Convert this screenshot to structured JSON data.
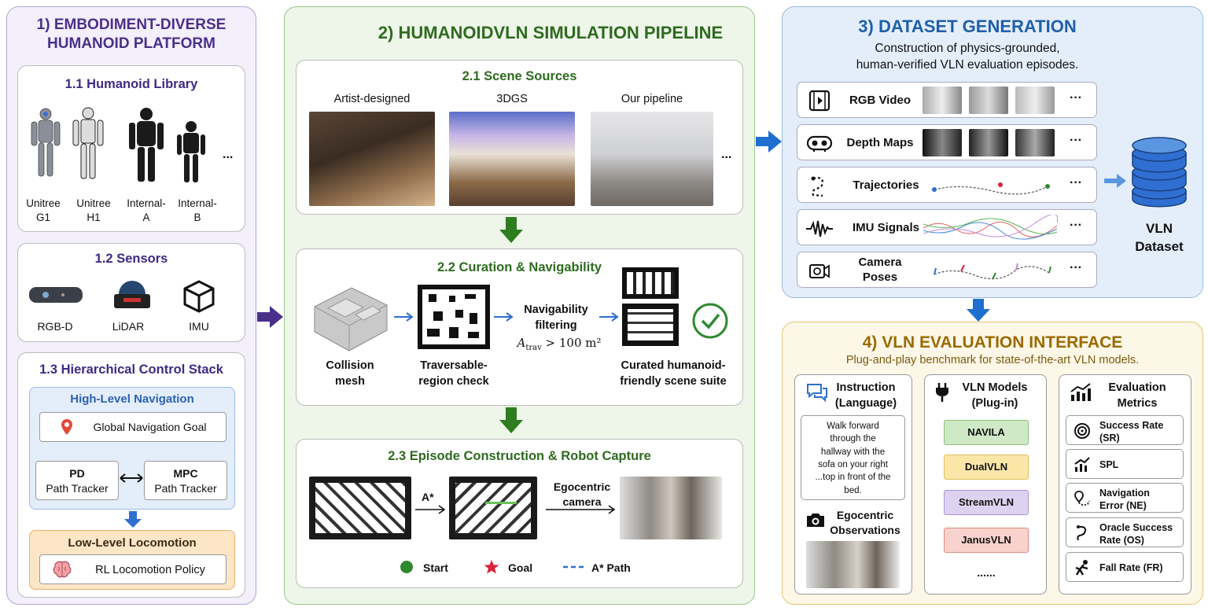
{
  "panel1": {
    "title_line1": "1) EMBODIMENT-DIVERSE",
    "title_line2": "HUMANOID PLATFORM",
    "library": {
      "title": "1.1 Humanoid Library",
      "robots": [
        {
          "line1": "Unitree",
          "line2": "G1"
        },
        {
          "line1": "Unitree",
          "line2": "H1"
        },
        {
          "line1": "Internal-",
          "line2": "A"
        },
        {
          "line1": "Internal-",
          "line2": "B"
        }
      ],
      "more": "..."
    },
    "sensors": {
      "title": "1.2 Sensors",
      "items": [
        "RGB-D",
        "LiDAR",
        "IMU"
      ]
    },
    "control": {
      "title": "1.3 Hierarchical Control Stack",
      "high_title": "High-Level Navigation",
      "goal": "Global Navigation Goal",
      "pd_line1": "PD",
      "pd_line2": "Path Tracker",
      "mpc_line1": "MPC",
      "mpc_line2": "Path Tracker",
      "low_title": "Low-Level Locomotion",
      "policy": "RL Locomotion Policy"
    }
  },
  "panel2": {
    "title": "2) HUMANOIDVLN SIMULATION PIPELINE",
    "scenes": {
      "title": "2.1 Scene Sources",
      "items": [
        "Artist-designed",
        "3DGS",
        "Our pipeline"
      ],
      "more": "..."
    },
    "curation": {
      "title": "2.2 Curation & Navigability",
      "mesh_line1": "Collision",
      "mesh_line2": "mesh",
      "trav_line1": "Traversable-",
      "trav_line2": "region check",
      "filter_line1": "Navigability",
      "filter_line2": "filtering",
      "formula": "A",
      "formula_sub": "trav",
      "formula_rest": " > 100 m²",
      "suite_line1": "Curated humanoid-",
      "suite_line2": "friendly scene suite"
    },
    "episode": {
      "title": "2.3 Episode Construction & Robot Capture",
      "astar": "A*",
      "ego_line1": "Egocentric",
      "ego_line2": "camera",
      "legend_start": "Start",
      "legend_goal": "Goal",
      "legend_path": "A* Path"
    }
  },
  "panel3": {
    "title": "3) DATASET GENERATION",
    "desc_line1": "Construction of physics-grounded,",
    "desc_line2": "human-verified VLN evaluation episodes.",
    "rows": [
      {
        "line1": "RGB Video",
        "line2": ""
      },
      {
        "line1": "Depth Maps",
        "line2": ""
      },
      {
        "line1": "Trajectories",
        "line2": ""
      },
      {
        "line1": "IMU Signals",
        "line2": ""
      },
      {
        "line1": "Camera",
        "line2": "Poses"
      }
    ],
    "more": "···",
    "dataset_line1": "VLN",
    "dataset_line2": "Dataset"
  },
  "panel4": {
    "title": "4) VLN EVALUATION INTERFACE",
    "subtitle": "Plug-and-play benchmark for state-of-the-art VLN models.",
    "instruction": {
      "title_line1": "Instruction",
      "title_line2": "(Language)",
      "text_lines": [
        "Walk forward",
        "through the",
        "hallway with the",
        "sofa on your right",
        "...top in front of the",
        "bed."
      ],
      "obs_line1": "Egocentric",
      "obs_line2": "Observations"
    },
    "models": {
      "title_line1": "VLN Models",
      "title_line2": "(Plug-in)",
      "items": [
        "NAVILA",
        "DualVLN",
        "StreamVLN",
        "JanusVLN"
      ],
      "more": "......",
      "colors": [
        "#cfe8c6",
        "#fbe6a8",
        "#ddd3f0",
        "#f8d2cc"
      ]
    },
    "metrics": {
      "title_line1": "Evaluation",
      "title_line2": "Metrics",
      "items": [
        {
          "line1": "Success Rate",
          "line2": "(SR)"
        },
        {
          "line1": "SPL",
          "line2": ""
        },
        {
          "line1": "Navigation",
          "line2": "Error (NE)"
        },
        {
          "line1": "Oracle Success",
          "line2": "Rate (OS)"
        },
        {
          "line1": "Fall Rate (FR)",
          "line2": ""
        }
      ]
    }
  }
}
